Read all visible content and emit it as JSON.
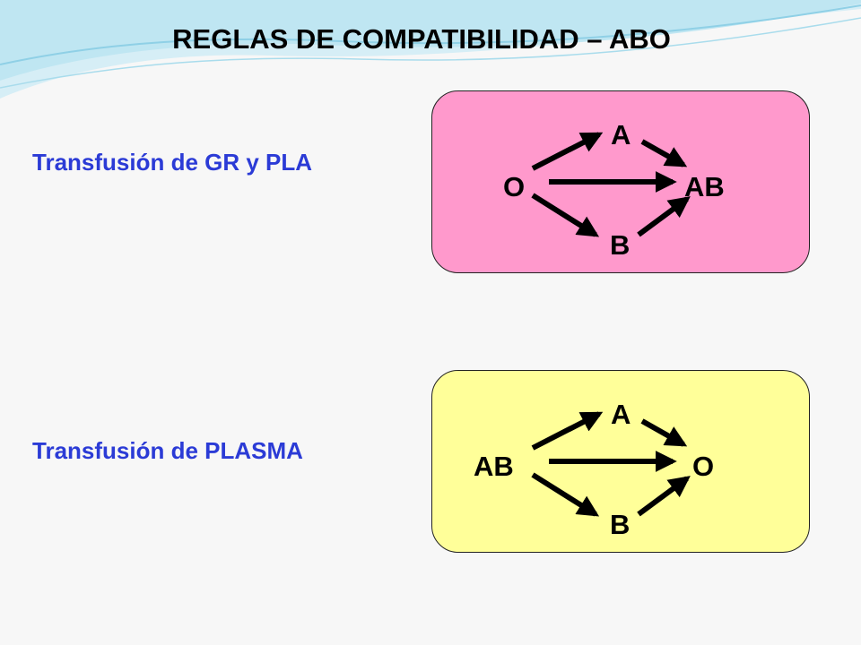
{
  "title": "REGLAS DE COMPATIBILIDAD – ABO",
  "colors": {
    "label_text": "#2b3bd6",
    "panel_rbc": "#ff99cc",
    "panel_plasma": "#ffff99",
    "wave_light": "#bfe6f2",
    "wave_mid": "#8fd0e6"
  },
  "diagrams": [
    {
      "label": "Transfusión de GR y PLA",
      "nodes": {
        "left": "O",
        "top": "A",
        "bottom": "B",
        "right": "AB"
      },
      "edges": [
        [
          "left",
          "top"
        ],
        [
          "left",
          "bottom"
        ],
        [
          "left",
          "right"
        ],
        [
          "top",
          "right"
        ],
        [
          "bottom",
          "right"
        ]
      ]
    },
    {
      "label": "Transfusión de PLASMA",
      "nodes": {
        "left": "AB",
        "top": "A",
        "bottom": "B",
        "right": "O"
      },
      "edges": [
        [
          "left",
          "top"
        ],
        [
          "left",
          "bottom"
        ],
        [
          "left",
          "right"
        ],
        [
          "top",
          "right"
        ],
        [
          "bottom",
          "right"
        ]
      ]
    }
  ]
}
